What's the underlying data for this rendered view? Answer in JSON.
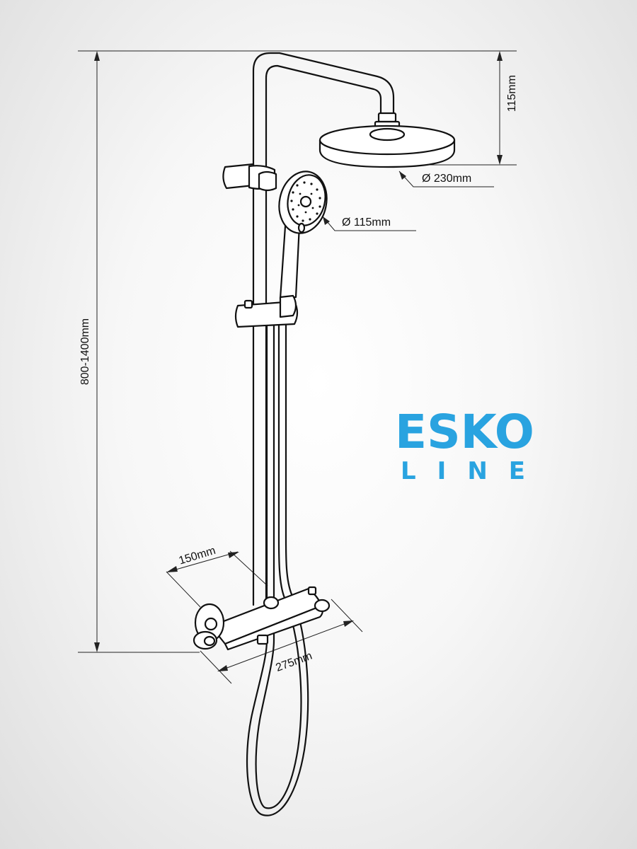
{
  "diagram": {
    "dimensions": {
      "overall_height": "800-1400mm",
      "arm_drop": "115mm",
      "head_shower_diameter": "Ø 230mm",
      "hand_shower_diameter": "Ø 115mm",
      "mixer_depth": "150mm",
      "mixer_width": "275mm"
    }
  },
  "brand": {
    "logo_main": "ESKO",
    "logo_sub": "LINE",
    "color": "#29a3e0"
  }
}
